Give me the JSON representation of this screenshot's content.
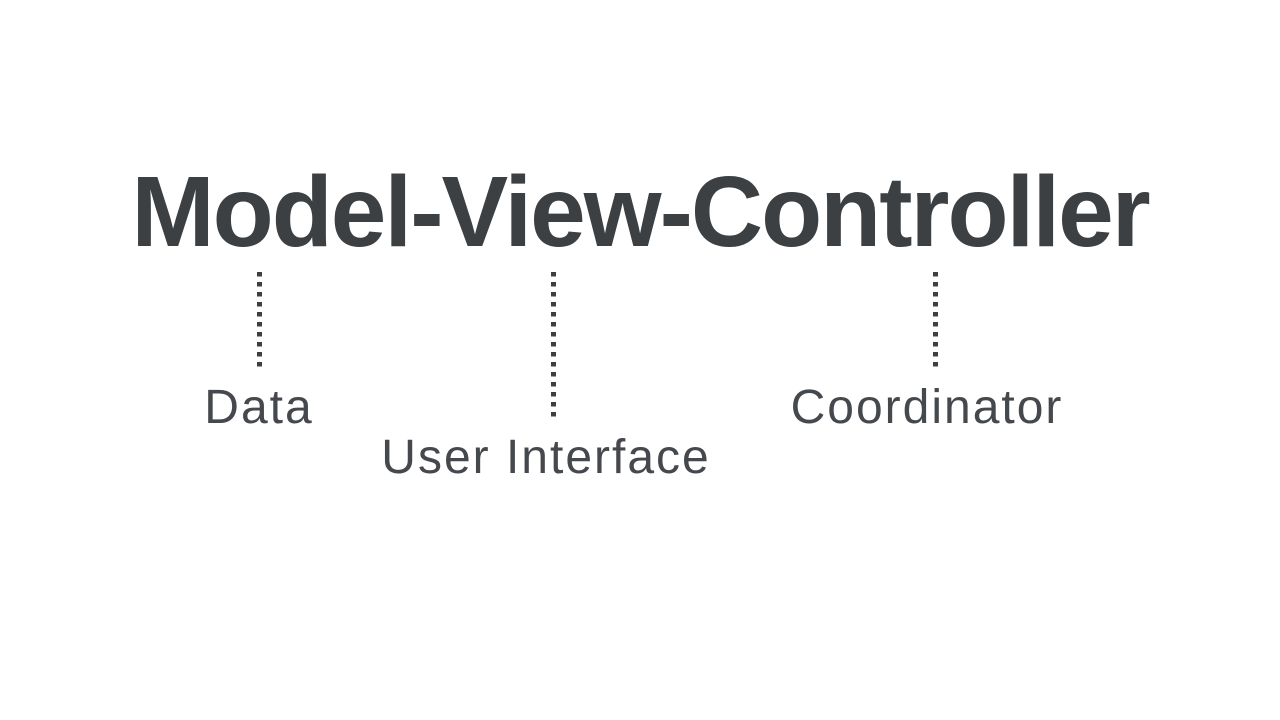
{
  "colors": {
    "background": "#ffffff",
    "ink": "#3c4043",
    "label_ink": "#45494d"
  },
  "diagram": {
    "title": "Model-View-Controller",
    "components": [
      {
        "name": "Model",
        "label": "Data"
      },
      {
        "name": "View",
        "label": "User Interface"
      },
      {
        "name": "Controller",
        "label": "Coordinator"
      }
    ]
  }
}
